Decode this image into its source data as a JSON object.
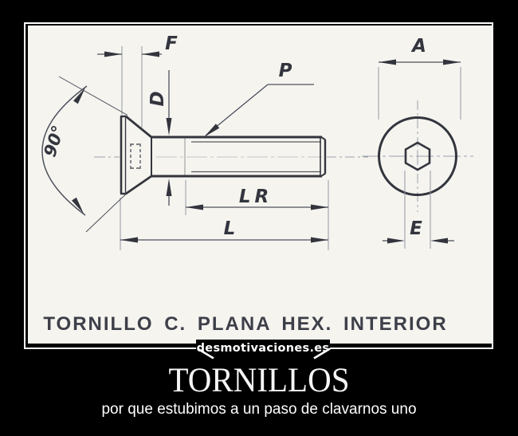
{
  "poster": {
    "title": "TORNILLOS",
    "subtitle": "por que estubimos a un paso de clavarnos uno",
    "watermark": "desmotivaciones.es",
    "background_color": "#000000",
    "text_color": "#ffffff"
  },
  "drawing": {
    "caption": "TORNILLO C. PLANA HEX. INTERIOR",
    "paper_color": "#f5f4ef",
    "ink_color": "#33353e",
    "labels": {
      "head_height": "F",
      "shank_diameter": "D",
      "thread_pitch": "P",
      "countersink_angle": "90°",
      "thread_length": "LR",
      "total_length": "L",
      "head_diameter": "A",
      "socket_size": "E"
    }
  }
}
